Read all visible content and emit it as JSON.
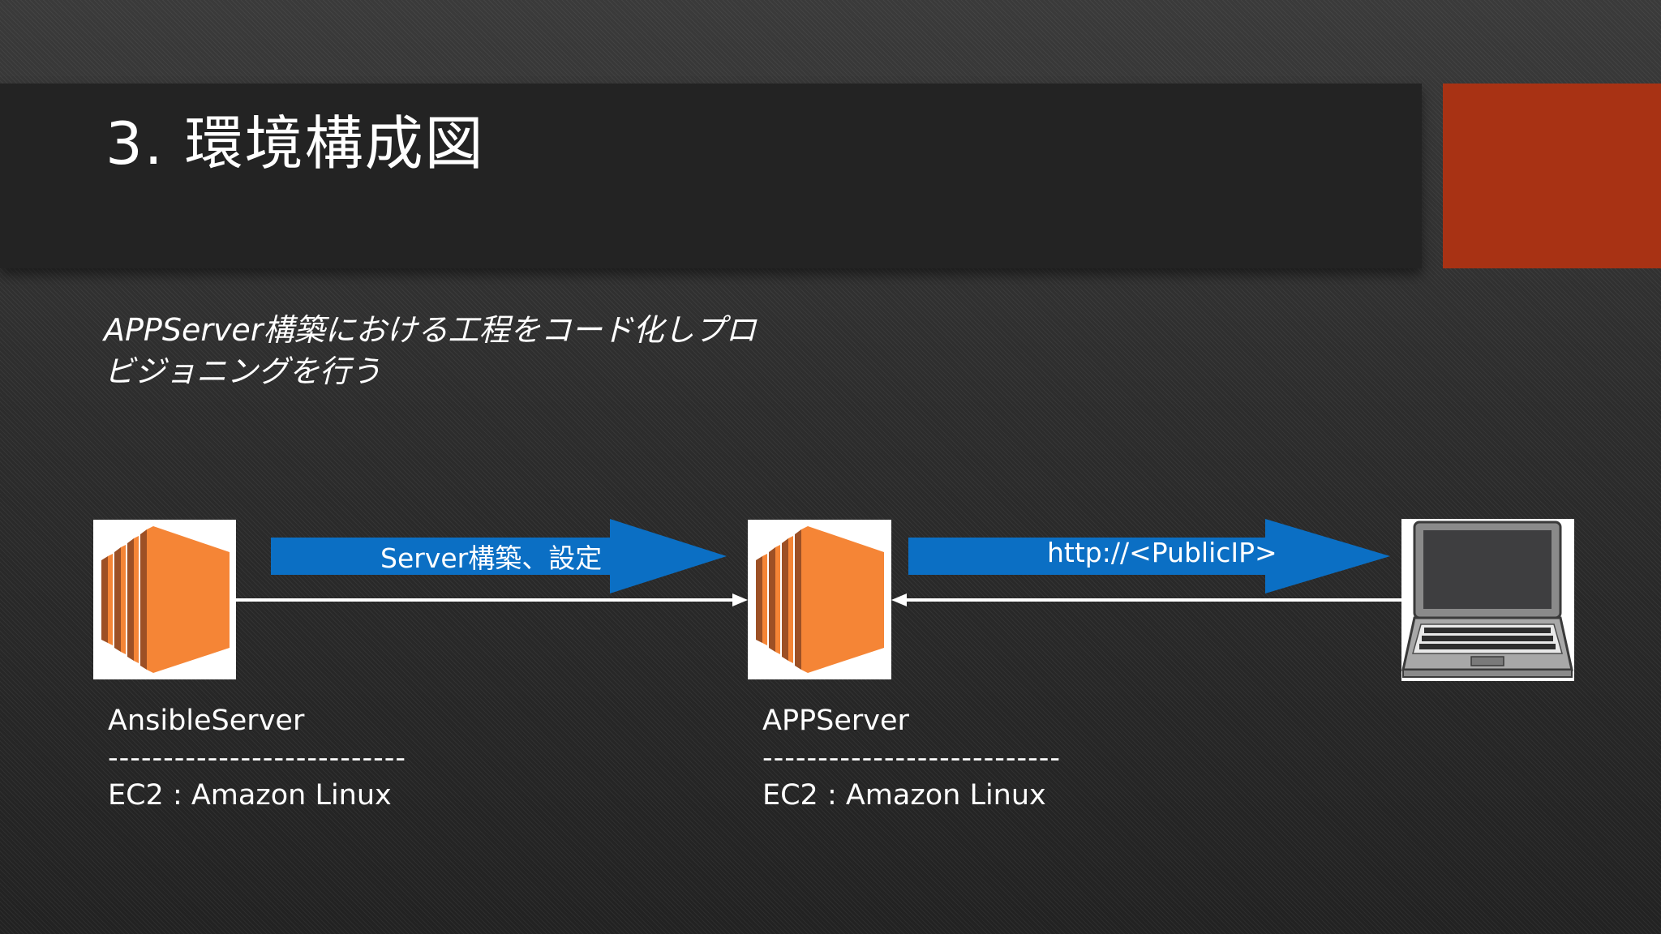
{
  "slide": {
    "title": "3. 環境構成図",
    "subtitle_lines": [
      "APPServer構築における工程をコード化しプロ",
      "ビジョニングを行う"
    ]
  },
  "diagram": {
    "nodes": [
      {
        "id": "ansible",
        "icon": "aws-ec2-icon",
        "name": "AnsibleServer",
        "divider": "---------------------------",
        "os": "EC2 : Amazon Linux"
      },
      {
        "id": "app",
        "icon": "aws-ec2-icon",
        "name": "APPServer",
        "divider": "---------------------------",
        "os": "EC2 : Amazon Linux"
      },
      {
        "id": "client",
        "icon": "laptop-icon"
      }
    ],
    "edges": [
      {
        "from": "ansible",
        "to": "app",
        "label": "Server構築、設定"
      },
      {
        "from": "client",
        "to": "app",
        "label": "http://<PublicIP>"
      }
    ]
  },
  "colors": {
    "accent_red": "#a83214",
    "arrow_blue": "#0b6fc4",
    "ec2_orange_light": "#f58536",
    "ec2_orange_dark": "#9d5025",
    "title_band": "#232323"
  }
}
